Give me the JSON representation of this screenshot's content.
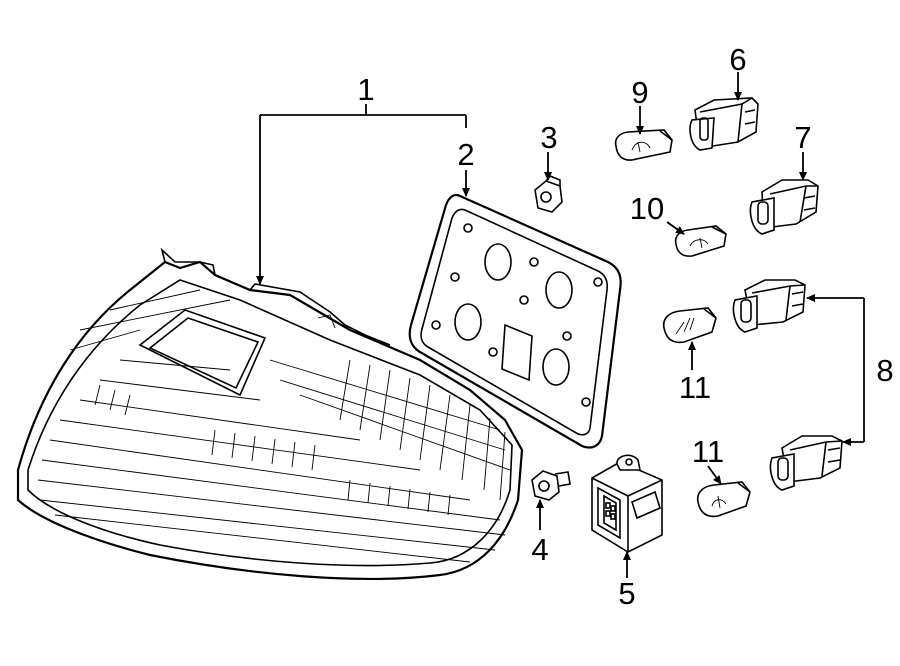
{
  "callouts": [
    {
      "id": "c1",
      "label": "1"
    },
    {
      "id": "c2",
      "label": "2"
    },
    {
      "id": "c3",
      "label": "3"
    },
    {
      "id": "c4",
      "label": "4"
    },
    {
      "id": "c5",
      "label": "5"
    },
    {
      "id": "c6",
      "label": "6"
    },
    {
      "id": "c7",
      "label": "7"
    },
    {
      "id": "c8",
      "label": "8"
    },
    {
      "id": "c9",
      "label": "9"
    },
    {
      "id": "c10",
      "label": "10"
    },
    {
      "id": "c11a",
      "label": "11"
    },
    {
      "id": "c11b",
      "label": "11"
    }
  ]
}
